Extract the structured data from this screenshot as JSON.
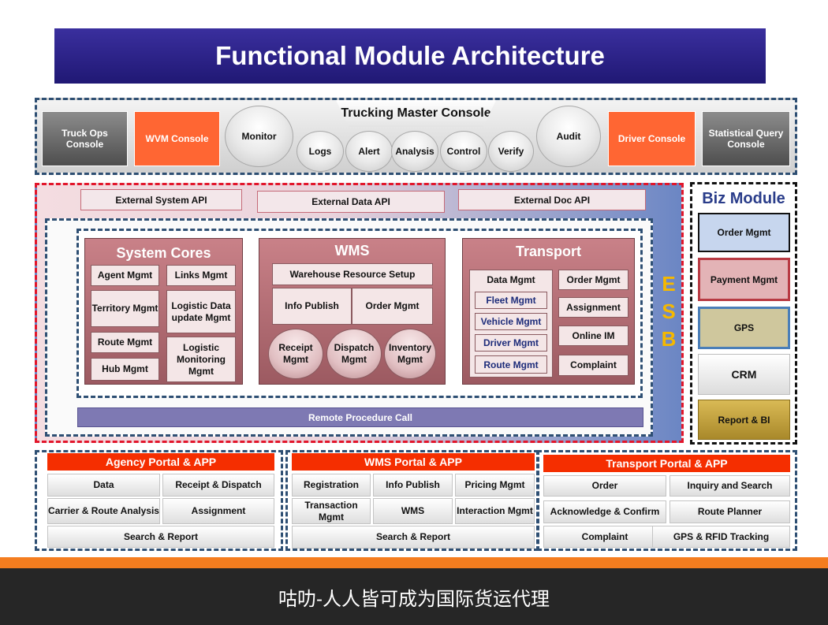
{
  "title": "Functional Module Architecture",
  "top": {
    "header": "Trucking Master Console",
    "truck_ops": "Truck Ops Console",
    "wvm": "WVM Console",
    "monitor": "Monitor",
    "logs": "Logs",
    "alert": "Alert",
    "analysis": "Analysis",
    "control": "Control",
    "verify": "Verify",
    "audit": "Audit",
    "driver": "Driver Console",
    "stat_query": "Statistical Query Console"
  },
  "apis": {
    "system": "External  System  API",
    "data": "External Data API",
    "doc": "External Doc API"
  },
  "esb": [
    "E",
    "S",
    "B"
  ],
  "system_cores": {
    "title": "System Cores",
    "agent": "Agent  Mgmt",
    "links": "Links Mgmt",
    "territory": "Territory Mgmt",
    "logistic_update": "Logistic Data update Mgmt",
    "route": "Route Mgmt",
    "logistic_monitoring": "Logistic Monitoring Mgmt",
    "hub": "Hub Mgmt"
  },
  "wms": {
    "title": "WMS",
    "warehouse": "Warehouse Resource Setup",
    "info_publish": "Info Publish",
    "order": "Order Mgmt",
    "receipt": "Receipt Mgmt",
    "dispatch": "Dispatch Mgmt",
    "inventory": "Inventory Mgmt"
  },
  "transport": {
    "title": "Transport",
    "data_mgmt": "Data Mgmt",
    "fleet": "Fleet Mgmt",
    "vehicle": "Vehicle Mgmt",
    "driver": "Driver Mgmt",
    "route": "Route Mgmt",
    "order": "Order Mgmt",
    "assignment": "Assignment",
    "online_im": "Online IM",
    "complaint": "Complaint"
  },
  "rpc": "Remote Procedure Call",
  "biz": {
    "title": "Biz Module",
    "order": "Order Mgmt",
    "payment": "Payment Mgmt",
    "gps": "GPS",
    "crm": "CRM",
    "report": "Report  & BI"
  },
  "agency_portal": {
    "title": "Agency Portal & APP",
    "data": "Data",
    "receipt": "Receipt & Dispatch",
    "carrier": "Carrier & Route Analysis",
    "assignment": "Assignment",
    "search": "Search & Report"
  },
  "wms_portal": {
    "title": "WMS Portal & APP",
    "registration": "Registration",
    "info": "Info Publish",
    "pricing": "Pricing Mgmt",
    "transaction": "Transaction Mgmt",
    "wms": "WMS",
    "interaction": "Interaction Mgmt",
    "search": "Search & Report"
  },
  "transport_portal": {
    "title": "Transport Portal & APP",
    "order": "Order",
    "inquiry": "Inquiry and Search",
    "ack": "Acknowledge & Confirm",
    "planner": "Route Planner",
    "complaint": "Complaint",
    "gps": "GPS & RFID Tracking"
  },
  "footer": "咕叻-人人皆可成为国际货运代理",
  "colors": {
    "title_bg": "#2a2188",
    "console_orange": "#ff6633",
    "esb_border": "#e2162b",
    "esb_letters": "#f5b800",
    "portal_header": "#f52e00",
    "footer_stripe": "#f47d1f",
    "footer_bg": "#262626"
  }
}
